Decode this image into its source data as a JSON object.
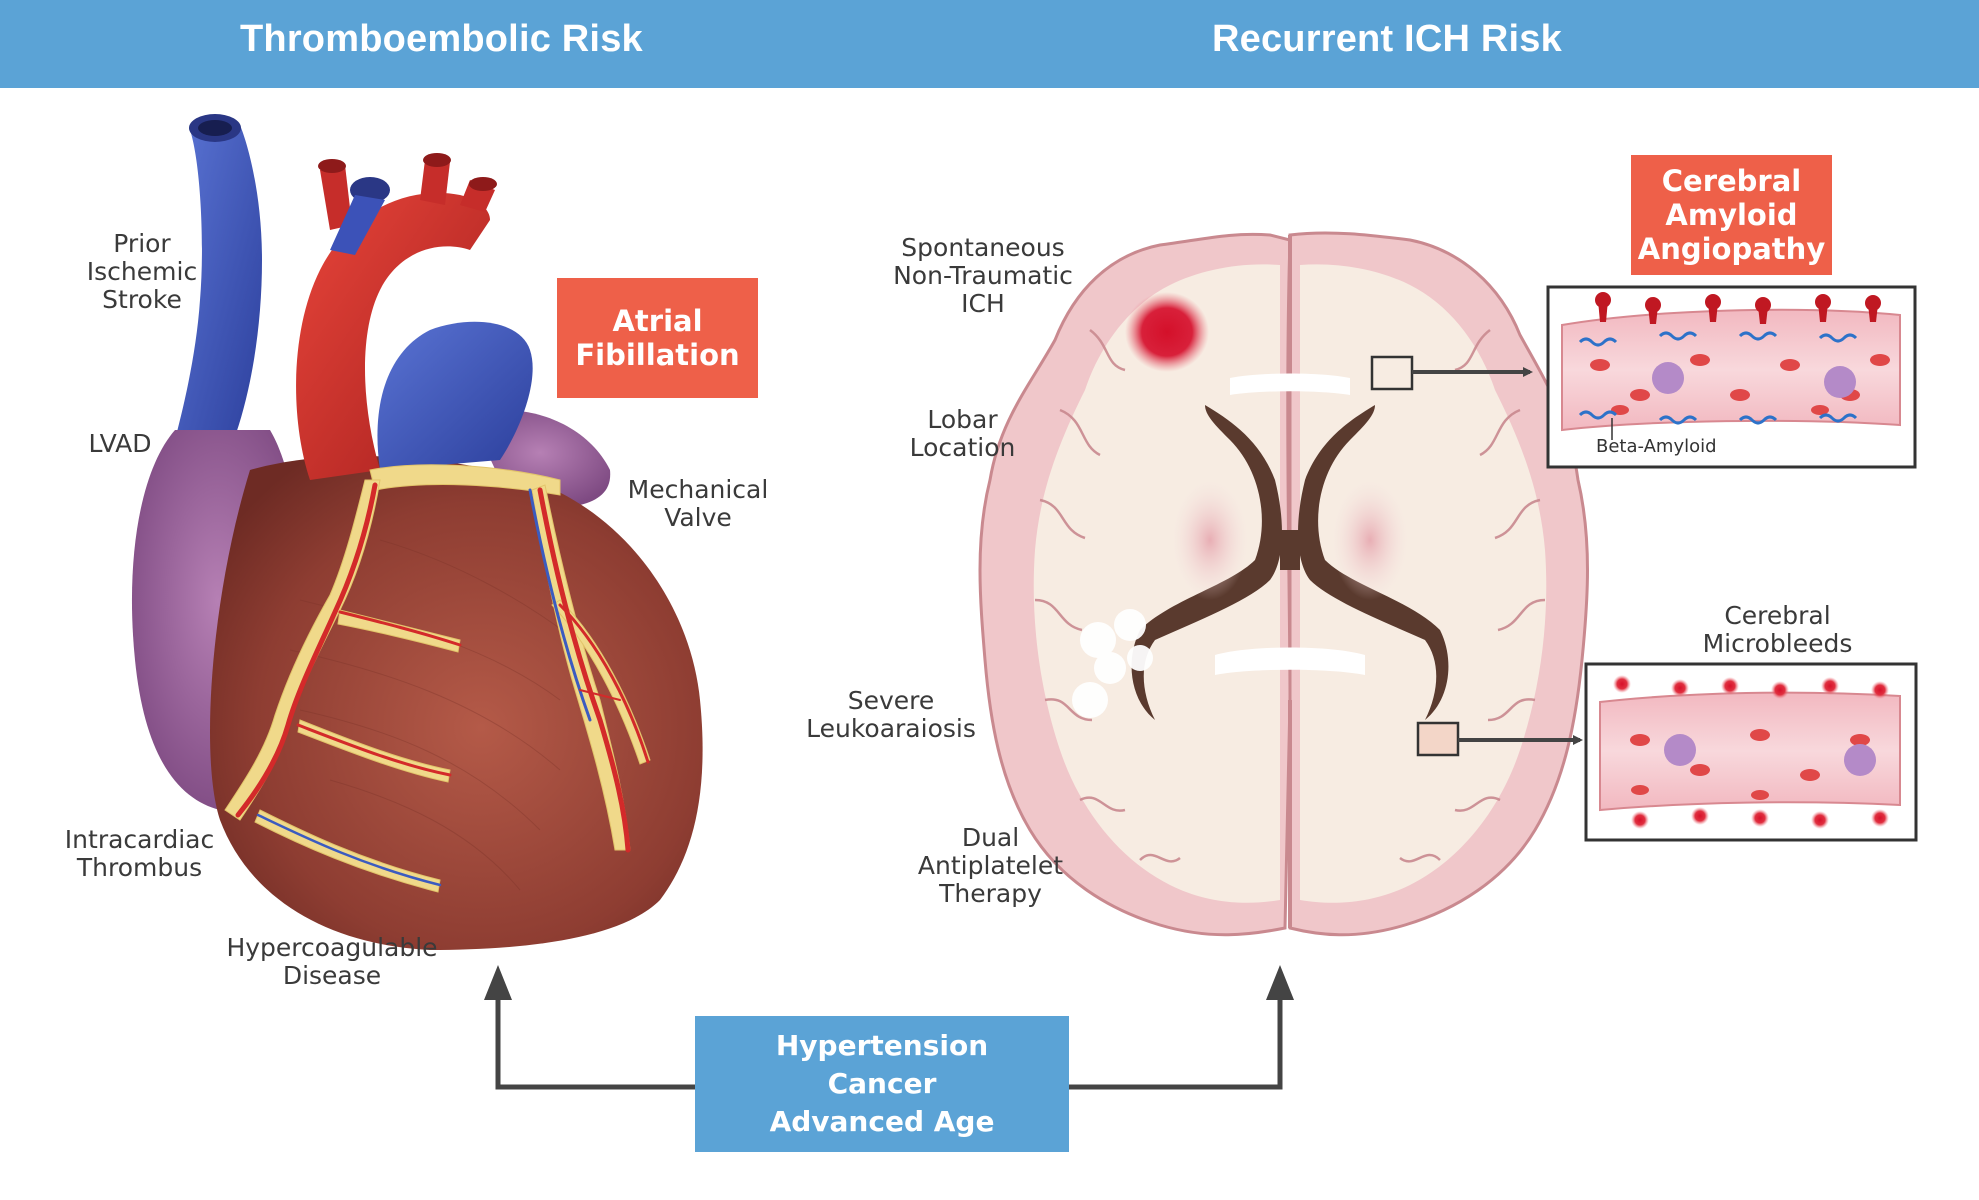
{
  "header": {
    "left_title": "Thromboembolic Risk",
    "right_title": "Recurrent ICH Risk"
  },
  "heart_labels": {
    "prior_ischemic_stroke": [
      "Prior",
      "Ischemic",
      "Stroke"
    ],
    "lvad": "LVAD",
    "intracardiac_thrombus": [
      "Intracardiac",
      "Thrombus"
    ],
    "hypercoagulable_disease": [
      "Hypercoagulable",
      "Disease"
    ],
    "mechanical_valve": [
      "Mechanical",
      "Valve"
    ],
    "atrial_fibrillation": [
      "Atrial",
      "Fibillation"
    ]
  },
  "brain_labels": {
    "spontaneous_ich": [
      "Spontaneous",
      "Non-Traumatic",
      "ICH"
    ],
    "lobar_location": [
      "Lobar",
      "Location"
    ],
    "severe_leukoaraiosis": [
      "Severe",
      "Leukoaraiosis"
    ],
    "dual_antiplatelet": [
      "Dual",
      "Antiplatelet",
      "Therapy"
    ],
    "cerebral_amyloid_angiopathy": [
      "Cerebral",
      "Amyloid",
      "Angiopathy"
    ],
    "beta_amyloid": "Beta-Amyloid",
    "cerebral_microbleeds": [
      "Cerebral",
      "Microbleeds"
    ]
  },
  "shared_risks": [
    "Hypertension",
    "Cancer",
    "Advanced Age"
  ],
  "colors": {
    "header_blue": "#5ba3d6",
    "highlight_red": "#ee6049",
    "label_gray": "#3a3a3a"
  }
}
